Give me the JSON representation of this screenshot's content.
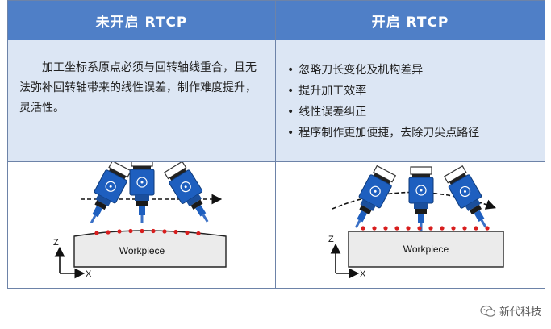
{
  "header": {
    "left": "未开启 RTCP",
    "right": "开启 RTCP"
  },
  "left_cell": {
    "text": "加工坐标系原点必须与回转轴线重合，且无法弥补回转轴带来的线性误差，制作难度提升，灵活性。"
  },
  "right_cell": {
    "bullets": [
      "忽略刀长变化及机构差异",
      "提升加工效率",
      "线性误差纠正",
      "程序制作更加便捷，去除刀尖点路径"
    ]
  },
  "diagram": {
    "workpiece_label": "Workpiece",
    "axis_z": "Z",
    "axis_x": "X"
  },
  "watermark": "新代科技",
  "colors": {
    "header_bg": "#4f7fc7",
    "cell_bg": "#dce6f4",
    "tool_blue": "#1e5fbf",
    "dot_red": "#d81e1e"
  }
}
